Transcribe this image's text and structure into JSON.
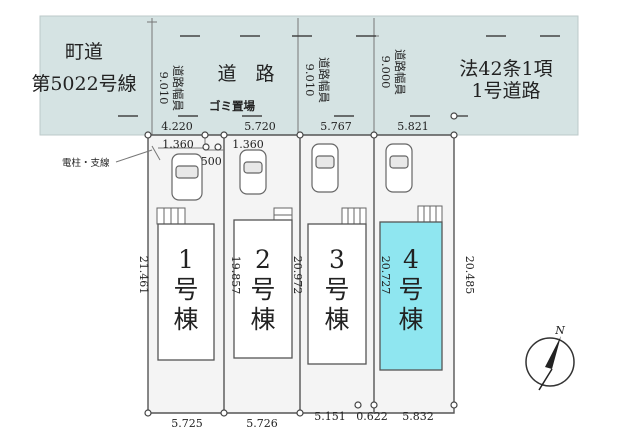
{
  "roads": {
    "west": {
      "line1": "町道",
      "line2": "第5022号線"
    },
    "middle": {
      "text": "道　路"
    },
    "east": {
      "line1": "法42条1項",
      "line2": "1号道路"
    }
  },
  "road_widths": [
    {
      "label": "道路幅員",
      "value": "9.010"
    },
    {
      "label": "道路幅員",
      "value": "9.010"
    },
    {
      "label": "道路幅員",
      "value": "9.000"
    }
  ],
  "gomi": "ゴミ置場",
  "pole_label": "電柱・支線",
  "frontage": {
    "d1": "4.220",
    "d2": "5.720",
    "d3": "5.767",
    "d4": "5.821"
  },
  "inner": {
    "a": "1.360",
    "b": "1.500",
    "c": "1.360"
  },
  "depths": {
    "d1": "21.461",
    "d2": "19.857",
    "d3": "20.972",
    "d4": "20.727",
    "d5": "20.485"
  },
  "bottom": {
    "b1": "5.725",
    "b2": "5.726",
    "b3": "5.151",
    "b4": "0.622",
    "b5": "5.832"
  },
  "lots": [
    {
      "num": "1",
      "kanji1": "号",
      "kanji2": "棟"
    },
    {
      "num": "2",
      "kanji1": "号",
      "kanji2": "棟"
    },
    {
      "num": "3",
      "kanji1": "号",
      "kanji2": "棟"
    },
    {
      "num": "4",
      "kanji1": "号",
      "kanji2": "棟"
    }
  ],
  "north": "N",
  "colors": {
    "road": "#d5e3e3",
    "highlight": "#8fe6f0",
    "lot": "#f4f4f4",
    "house": "#ffffff"
  }
}
